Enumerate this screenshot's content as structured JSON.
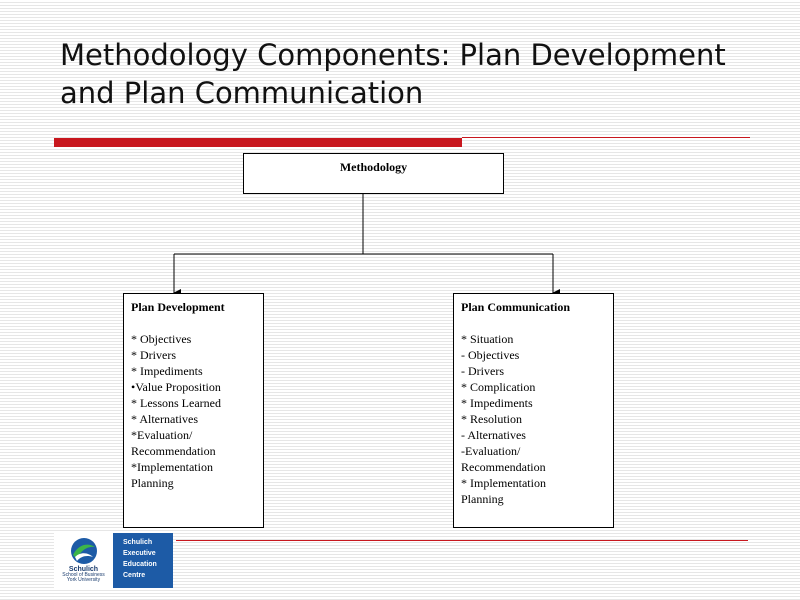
{
  "title": "Methodology Components:  Plan Development and Plan Communication",
  "diagram": {
    "root": "Methodology",
    "left": {
      "heading": "Plan Development",
      "items": [
        "* Objectives",
        "* Drivers",
        "* Impediments",
        "•Value Proposition",
        "* Lessons Learned",
        "* Alternatives",
        "*Evaluation/",
        "Recommendation",
        "*Implementation",
        "Planning"
      ]
    },
    "right": {
      "heading": "Plan Communication",
      "items": [
        "* Situation",
        "- Objectives",
        "- Drivers",
        "* Complication",
        "* Impediments",
        "* Resolution",
        "- Alternatives",
        "-Evaluation/",
        "Recommendation",
        "* Implementation",
        "Planning"
      ]
    }
  },
  "logo": {
    "name": "Schulich",
    "sub1": "School of Business",
    "sub2": "York University",
    "right_lines": [
      "Schulich",
      "Executive",
      "Education",
      "Centre"
    ]
  },
  "colors": {
    "accent_red": "#c8171e",
    "logo_blue": "#1d5ba6"
  }
}
